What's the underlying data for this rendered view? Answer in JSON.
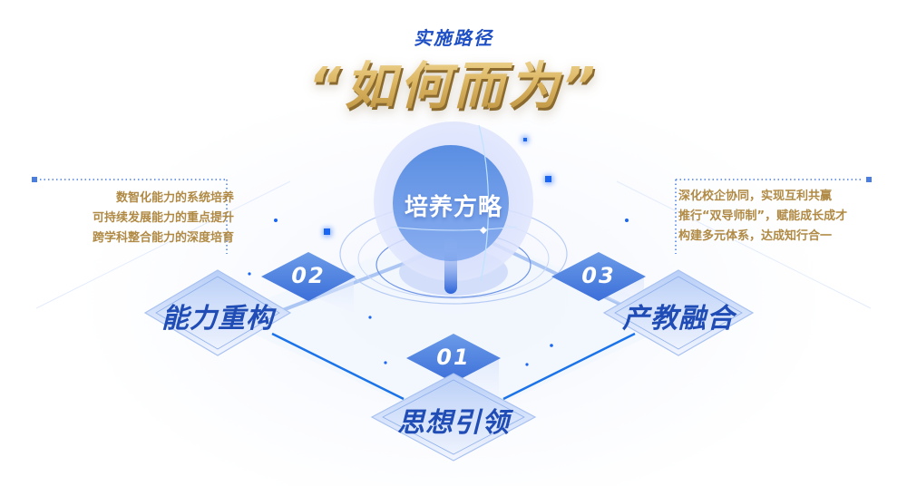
{
  "header": {
    "subtitle": "实施路径",
    "headline": "“如何而为”"
  },
  "center": {
    "label": "培养方略"
  },
  "pillars": [
    {
      "number": "01",
      "label": "思想引领"
    },
    {
      "number": "02",
      "label": "能力重构"
    },
    {
      "number": "03",
      "label": "产教融合"
    }
  ],
  "notes": {
    "left": [
      "数智化能力的系统培养",
      "可持续发展能力的重点提升",
      "跨学科整合能力的深度培育"
    ],
    "right": [
      "深化校企协同，实现互利共赢",
      "推行“双导师制”，赋能成长成才",
      "构建多元体系，达成知行合一"
    ]
  },
  "colors": {
    "title_blue": "#1f4fc4",
    "gold": "#d8b565",
    "note_gold": "#b08a44",
    "accent_blue": "#1a73e8",
    "tile_blue": "#4f86e0"
  }
}
